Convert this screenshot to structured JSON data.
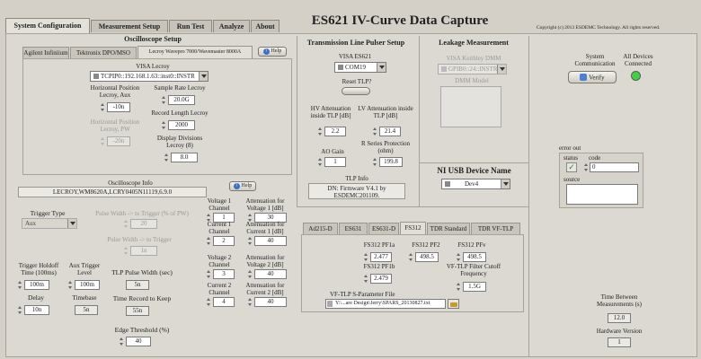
{
  "app": {
    "title": "ES621 IV-Curve Data Capture",
    "copyright": "Copyright (c) 2013 ESDEMC Technology.  All rights reserved."
  },
  "main_tabs": [
    {
      "label": "System Configuration"
    },
    {
      "label": "Measurement Setup"
    },
    {
      "label": "Run Test"
    },
    {
      "label": "Analyze"
    },
    {
      "label": "About"
    }
  ],
  "oscilloscope": {
    "title": "Oscilloscope Setup",
    "tabs": [
      "Agilent Infiniium",
      "Tektronix DPO/MSO",
      "Lecroy Wavepro 7000/Wavemaster 8000A"
    ],
    "help_label": "Help",
    "visa_label": "VISA Lecroy",
    "visa_value": "TCPIP0::192.168.1.63::inst0::INSTR",
    "hpos_label": "Horizontal Position Lecroy, Aux",
    "hpos_value": "-10n",
    "hpos_pw_label": "Horizontal Position Lecroy, PW",
    "hpos_pw_value": "-20n",
    "sample_rate_label": "Sample Rate Lecroy",
    "sample_rate_value": "20.0G",
    "record_length_label": "Record Length Lecroy",
    "record_length_value": "2000",
    "display_div_label": "Display Divisions Lecroy (8)",
    "display_div_value": "8.0",
    "info_label": "Oscilloscope Info",
    "info_value": "LECROY,WM8620A,LCRY0405N11119,6.9.0",
    "help2_label": "Help"
  },
  "trigger": {
    "type_label": "Trigger Type",
    "type_value": "Aux",
    "pw_trigger_label": "Pulse Width -> to Trigger (% of PW)",
    "pw_trigger_value": "20",
    "pw_to_trigger_label": "Pulse Width -> to Trigger",
    "pw_to_trigger_value": "1n",
    "holdoff_label": "Trigger Holdoff Time (100ms)",
    "holdoff_value": "100m",
    "aux_level_label": "Aux Trigger Level",
    "aux_level_value": "100m",
    "delay_label": "Delay",
    "delay_value": "10n",
    "timebase_label": "Timebase",
    "timebase_value": "5n",
    "tlp_pw_label": "TLP Pulse Width (sec)",
    "tlp_pw_value": "5n",
    "time_record_label": "Time Record to Keep",
    "time_record_value": "55n",
    "edge_label": "Edge Threshold (%)",
    "edge_value": "40"
  },
  "channels": [
    {
      "ch_label": "Voltage 1 Channel",
      "ch_value": "1",
      "att_label": "Attenuation for Voltage 1 [dB]",
      "att_value": "30"
    },
    {
      "ch_label": "Current 1 Channel",
      "ch_value": "2",
      "att_label": "Attenuation for Current 1 [dB]",
      "att_value": "40"
    },
    {
      "ch_label": "Voltage 2 Channel",
      "ch_value": "3",
      "att_label": "Attenuation for Voltage 2 [dB]",
      "att_value": "40"
    },
    {
      "ch_label": "Current 2 Channel",
      "ch_value": "4",
      "att_label": "Attenuation for Current 2 [dB]",
      "att_value": "40"
    }
  ],
  "tlp": {
    "title": "Transmission Line Pulser Setup",
    "visa_label": "VISA ES621",
    "visa_value": "COM19",
    "reset_label": "Reset TLP?",
    "hv_att_label": "HV Attenuation inside TLP [dB]",
    "hv_att_value": "2.2",
    "lv_att_label": "LV Attenuation inside TLP [dB]",
    "lv_att_value": "21.4",
    "ao_gain_label": "AO Gain",
    "ao_gain_value": "1",
    "r_series_label": "R Series Protection (ohm)",
    "r_series_value": "199.8",
    "info_label": "TLP Info",
    "info_value": "DN: Firmware V4.1 by ESDEMC201109."
  },
  "leakage": {
    "title": "Leakage Measurement",
    "visa_label": "VISA Keithley DMM",
    "visa_value": "GPIB0::24::INSTR",
    "model_label": "DMM Model"
  },
  "ni_usb": {
    "title": "NI USB Device Name",
    "value": "Dev4"
  },
  "system": {
    "comm_label": "System Communication",
    "verify_label": "Verify",
    "connected_label": "All Devices Connected",
    "led_color": "#3fd43f"
  },
  "error": {
    "title": "error out",
    "status_label": "status",
    "code_label": "code",
    "code_value": "0",
    "source_label": "source"
  },
  "bottom_tabs": [
    "Ad215-D",
    "ES631",
    "ES631-D",
    "FS312",
    "TDR Standard",
    "TDR VF-TLP"
  ],
  "fs312": {
    "pf1a_label": "FS312 PF1a",
    "pf1a_value": "2.477",
    "pf2_label": "FS312 PF2",
    "pf2_value": "498.5",
    "pfv_label": "FS312 PFv",
    "pfv_value": "498.5",
    "pf1b_label": "FS312 PF1b",
    "pf1b_value": "2.479",
    "cutoff_label": "VF-TLP Filter Cutoff Frequency",
    "cutoff_value": "1.5G",
    "sparam_label": "VF-TLP S-Parameter File",
    "sparam_value": "Y:\\...are Design\\Jerry\\SPARS_20130827.txt"
  },
  "footer": {
    "tbm_label": "Time Between Measurements (s)",
    "tbm_value": "12.0",
    "hw_label": "Hardware Version",
    "hw_value": "1"
  }
}
